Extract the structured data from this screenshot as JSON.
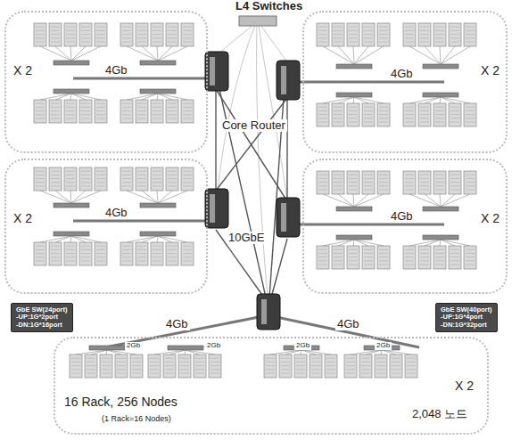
{
  "diagram": {
    "nodes": [
      {
        "text": [
          "X 2"
        ]
      },
      {
        "text": [
          "X 2"
        ]
      },
      {
        "text": [
          "X 2"
        ]
      },
      {
        "text": [
          "X 2"
        ]
      },
      {
        "text": [
          "GbE SW(24port)",
          "-UP:1G*2port",
          "-DN:1G*16port"
        ]
      },
      {
        "text": [
          "GbE SW(40port)",
          "-UP:1G*4port",
          "-DN:1G*32port"
        ]
      },
      {
        "text": [
          "16 Rack, 256 Nodes",
          "(1 Rack=16 Nodes)",
          "X 2"
        ]
      }
    ],
    "labels": [
      "L4 Switches",
      "Core Router",
      "10GbE",
      "4Gb",
      "4Gb",
      "4Gb",
      "4Gb",
      "4Gb",
      "4Gb",
      "2Gb",
      "2Gb",
      "2Gb",
      "2Gb",
      "2,048 노드"
    ]
  }
}
